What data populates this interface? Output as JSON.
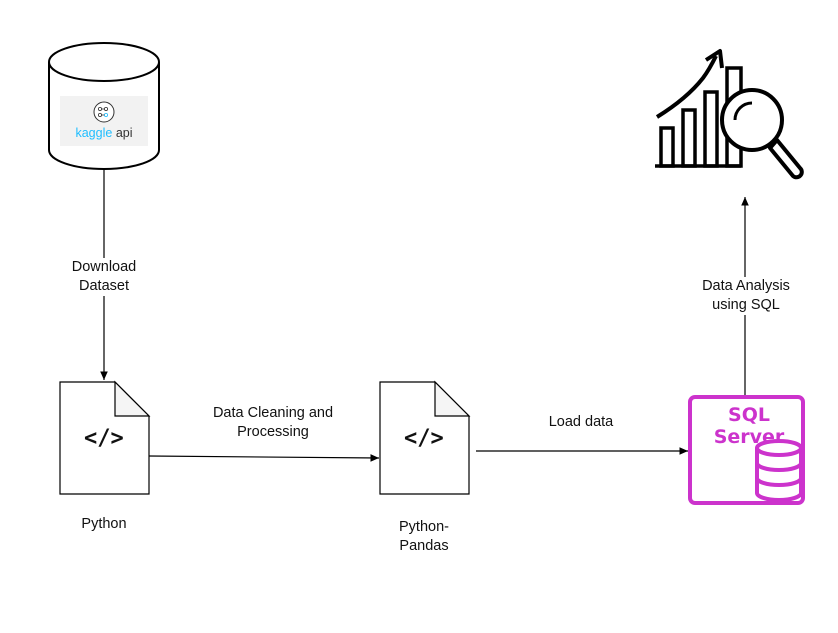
{
  "kaggle": {
    "label": "kaggle",
    "suffix": "api",
    "brand_color": "#20beff"
  },
  "edges": {
    "download": [
      "Download",
      "Dataset"
    ],
    "cleaning": [
      "Data Cleaning and",
      "Processing"
    ],
    "load": "Load data",
    "analysis": [
      "Data Analysis",
      "using SQL"
    ]
  },
  "nodes": {
    "python": {
      "code": "</>",
      "label": "Python"
    },
    "pandas": {
      "code": "</>",
      "label": [
        "Python-",
        "Pandas"
      ]
    },
    "sql_server": {
      "title": "SQL Server",
      "color": "#cc33cc"
    }
  },
  "icons": {
    "database": "database-cylinder-icon",
    "file": "code-file-icon",
    "analytics": "analytics-chart-magnifier-icon",
    "sql": "sql-server-database-icon"
  }
}
